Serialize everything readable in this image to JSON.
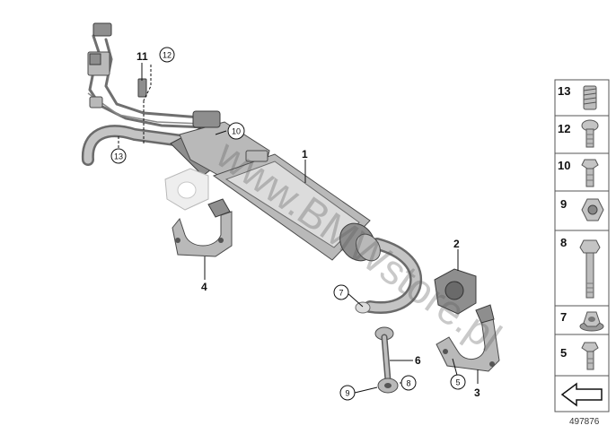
{
  "diagram_number": "497876",
  "watermark": "www.BMWstore.pl",
  "labels": {
    "p1": "1",
    "p2": "2",
    "p3": "3",
    "p4": "4",
    "p6": "6",
    "p11": "11",
    "c5": "5",
    "c7": "7",
    "c8": "8",
    "c9": "9",
    "c10": "10",
    "c12": "12",
    "c13": "13"
  },
  "panel": {
    "items": [
      {
        "num": "13",
        "icon": "coil-spring-icon"
      },
      {
        "num": "12",
        "icon": "round-head-bolt-icon"
      },
      {
        "num": "10",
        "icon": "flange-bolt-icon"
      },
      {
        "num": "9",
        "icon": "hex-nut-icon"
      },
      {
        "num": "8",
        "icon": "long-bolt-icon"
      },
      {
        "num": "7",
        "icon": "flange-nut-icon"
      },
      {
        "num": "5",
        "icon": "short-bolt-icon"
      }
    ]
  }
}
